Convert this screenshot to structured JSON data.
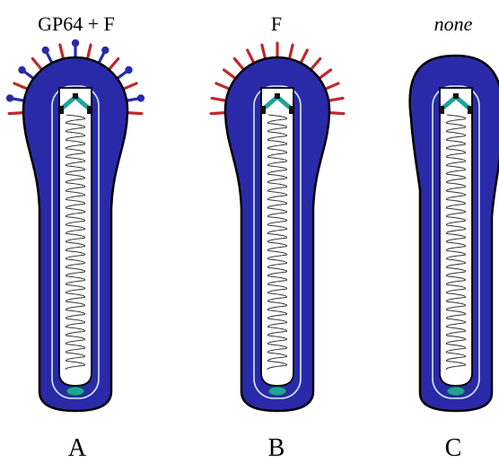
{
  "panels": [
    {
      "label": "GP64 + F",
      "letter": "A",
      "label_italic": false,
      "spikes": "both"
    },
    {
      "label": "F",
      "letter": "B",
      "label_italic": false,
      "spikes": "red"
    },
    {
      "label": "none",
      "letter": "C",
      "label_italic": true,
      "spikes": "none"
    }
  ],
  "colors": {
    "envelope": "#2a2aa8",
    "outline": "#000000",
    "capsid_line": "#d8e8ff",
    "core_fill": "#ffffff",
    "coil": "#333333",
    "apical": "#1fa39b",
    "basal": "#1fa39b",
    "spike_red": "#c0282b",
    "spike_blue": "#2a2aa8"
  }
}
